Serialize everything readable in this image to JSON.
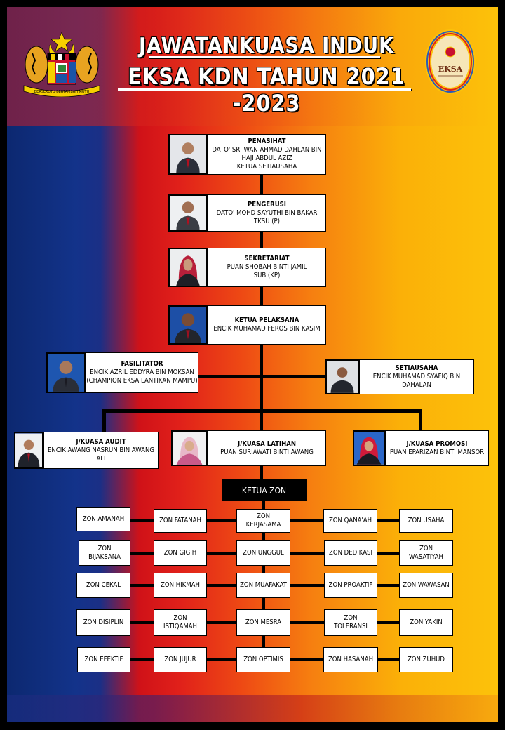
{
  "title": {
    "line1": "JAWATANKUASA INDUK",
    "line2": "EKSA KDN TAHUN 2021 -2023"
  },
  "logos": {
    "left": {
      "icon": "malaysia-coat-of-arms-icon",
      "motto": "BERSEKUTU BERTAMBAH MUTU"
    },
    "right": {
      "icon": "eksa-logo-icon",
      "text": "EKSA"
    }
  },
  "nodes": {
    "penasihat": {
      "role": "PENASIHAT",
      "name": "DATO' SRI WAN AHMAD DAHLAN BIN HAJI ABDUL AZIZ",
      "position": "KETUA SETIAUSAHA"
    },
    "pengerusi": {
      "role": "PENGERUSI",
      "name": "DATO' MOHD SAYUTHI BIN BAKAR",
      "position": "TKSU (P)"
    },
    "sekretariat": {
      "role": "SEKRETARIAT",
      "name": "PUAN SHOBAH BINTI JAMIL",
      "position": "SUB (KP)"
    },
    "ketua_pelaksana": {
      "role": "KETUA PELAKSANA",
      "name": "ENCIK MUHAMAD FEROS BIN KASIM"
    },
    "fasilitator": {
      "role": "FASILITATOR",
      "name": "ENCIK AZRIL EDDYRA BIN MOKSAN",
      "position": "(CHAMPION EKSA LANTIKAN MAMPU)"
    },
    "setiausaha": {
      "role": "SETIAUSAHA",
      "name": "ENCIK MUHAMAD SYAFIQ BIN DAHALAN"
    },
    "audit": {
      "role": "J/KUASA AUDIT",
      "name": "ENCIK AWANG NASRUN BIN AWANG ALI"
    },
    "latihan": {
      "role": "J/KUASA LATIHAN",
      "name": "PUAN SURIAWATI BINTI AWANG"
    },
    "promosi": {
      "role": "J/KUASA PROMOSI",
      "name": "PUAN EPARIZAN BINTI MANSOR"
    }
  },
  "ketua_zon": "KETUA ZON",
  "zones": [
    [
      "ZON AMANAH",
      "ZON FATANAH",
      "ZON KERJASAMA",
      "ZON QANA'AH",
      "ZON USAHA"
    ],
    [
      "ZON BIJAKSANA",
      "ZON GIGIH",
      "ZON UNGGUL",
      "ZON DEDIKASI",
      "ZON WASATIYAH"
    ],
    [
      "ZON CEKAL",
      "ZON HIKMAH",
      "ZON MUAFAKAT",
      "ZON PROAKTIF",
      "ZON WAWASAN"
    ],
    [
      "ZON DISIPLIN",
      "ZON ISTIQAMAH",
      "ZON MESRA",
      "ZON TOLERANSI",
      "ZON YAKIN"
    ],
    [
      "ZON EFEKTIF",
      "ZON JUJUR",
      "ZON OPTIMIS",
      "ZON HASANAH",
      "ZON ZUHUD"
    ]
  ],
  "colors": {
    "blue": "#13338a",
    "red": "#e0201a",
    "orange": "#f67f10",
    "yellow": "#fcc20a"
  }
}
